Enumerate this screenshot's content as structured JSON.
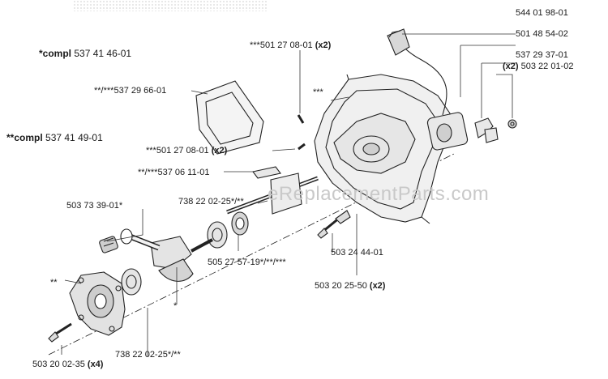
{
  "watermark": "eReplacementParts.com",
  "labels": {
    "compl_1": "537 41 46-01",
    "compl_1_prefix": "*compl",
    "compl_2": "537 41 49-01",
    "compl_2_prefix": "**compl",
    "p_537_29_66": "**/***537 29 66-01",
    "p_501_27_08_top": "***501 27 08-01",
    "p_501_27_08_top_qty": "(x2)",
    "p_501_27_08_mid": "***501 27 08-01",
    "p_501_27_08_mid_qty": "(x2)",
    "p_537_06_11": "**/***537 06 11-01",
    "p_738_22_top": "738 22 02-25*/**",
    "p_503_73_39": "503 73 39-01*",
    "p_505_27_57": "505 27 57-19*/**/***",
    "p_738_22_bottom": "738 22 02-25*/**",
    "p_503_20_02": "503 20 02-35",
    "p_503_20_02_qty": "(x4)",
    "p_503_24_44": "503 24 44-01",
    "p_503_20_25": "503 20 25-50",
    "p_503_20_25_qty": "(x2)",
    "p_544_01_98": "544 01 98-01",
    "p_501_48_54": "501 48 54-02",
    "p_537_29_37": "537 29 37-01",
    "p_503_22_01": "503 22 01-02",
    "p_503_22_01_qty": "(x2)",
    "star_three": "***",
    "star_two": "**",
    "star_one": "*"
  }
}
